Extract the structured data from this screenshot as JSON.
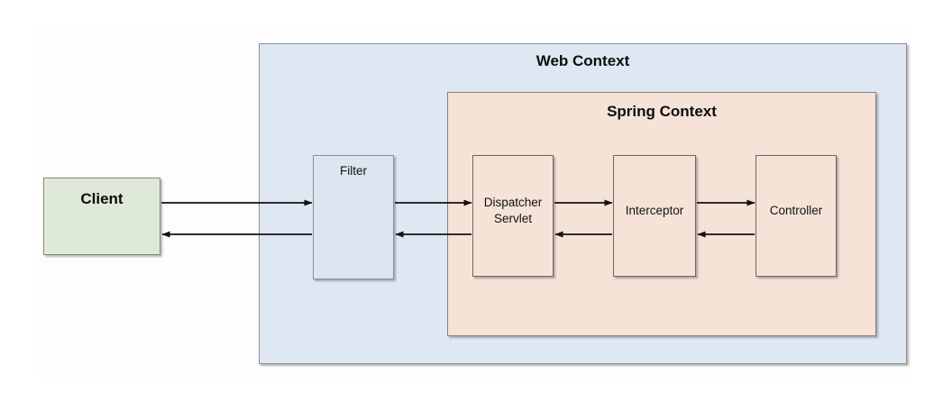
{
  "diagram": {
    "title_alt": "Spring MVC request flow",
    "containers": [
      {
        "id": "web-context",
        "label": "Web Context",
        "fill": "#dfe7f2"
      },
      {
        "id": "spring-context",
        "label": "Spring Context",
        "fill": "#f6e3d7"
      }
    ],
    "nodes": [
      {
        "id": "client",
        "label": "Client",
        "fill": "#dfe9d8"
      },
      {
        "id": "filter",
        "label": "Filter",
        "fill": "#dde5f0"
      },
      {
        "id": "dispatcher-servlet",
        "label": "Dispatcher\nServlet",
        "fill": "#f6e3d7"
      },
      {
        "id": "interceptor",
        "label": "Interceptor",
        "fill": "#f6e3d7"
      },
      {
        "id": "controller",
        "label": "Controller",
        "fill": "#f6e3d7"
      }
    ],
    "edges": [
      {
        "id": "client-to-filter",
        "from": "client",
        "to": "filter",
        "direction": "forward"
      },
      {
        "id": "filter-to-client",
        "from": "filter",
        "to": "client",
        "direction": "return"
      },
      {
        "id": "filter-to-dispatcher",
        "from": "filter",
        "to": "dispatcher-servlet",
        "direction": "forward"
      },
      {
        "id": "dispatcher-to-filter",
        "from": "dispatcher-servlet",
        "to": "filter",
        "direction": "return"
      },
      {
        "id": "dispatcher-to-interceptor",
        "from": "dispatcher-servlet",
        "to": "interceptor",
        "direction": "forward"
      },
      {
        "id": "interceptor-to-dispatcher",
        "from": "interceptor",
        "to": "dispatcher-servlet",
        "direction": "return"
      },
      {
        "id": "interceptor-to-controller",
        "from": "interceptor",
        "to": "controller",
        "direction": "forward"
      },
      {
        "id": "controller-to-interceptor",
        "from": "controller",
        "to": "interceptor",
        "direction": "return"
      }
    ],
    "colors": {
      "web_context_fill": "#dfe7f2",
      "spring_context_fill": "#f6e3d7",
      "client_fill": "#dfe9d8",
      "filter_fill": "#dde5f0",
      "arrow_stroke": "#111111",
      "canvas": "#fdfdfd"
    }
  }
}
